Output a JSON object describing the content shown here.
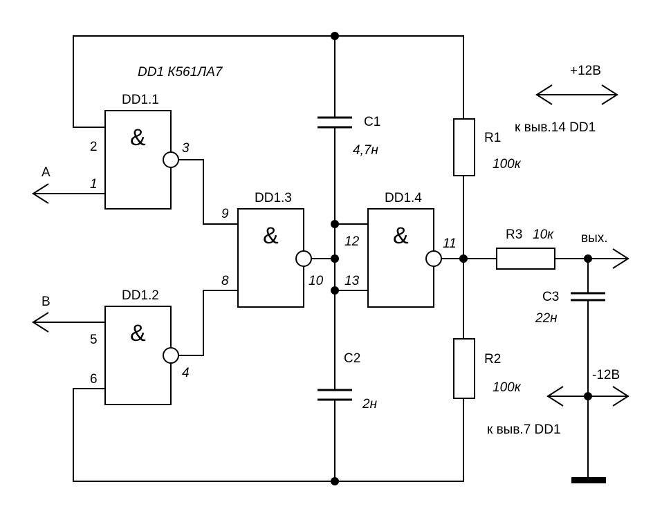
{
  "title": "DD1 К561ЛА7",
  "gates": [
    {
      "name": "DD1.1",
      "symbol": "&",
      "inputs": [
        "2",
        "1"
      ],
      "output": "3"
    },
    {
      "name": "DD1.2",
      "symbol": "&",
      "inputs": [
        "5",
        "6"
      ],
      "output": "4"
    },
    {
      "name": "DD1.3",
      "symbol": "&",
      "inputs": [
        "9",
        "8"
      ],
      "output": "10"
    },
    {
      "name": "DD1.4",
      "symbol": "&",
      "inputs": [
        "12",
        "13"
      ],
      "output": "11"
    }
  ],
  "components": {
    "C1": {
      "label": "C1",
      "value": "4,7н"
    },
    "C2": {
      "label": "C2",
      "value": "2н"
    },
    "C3": {
      "label": "C3",
      "value": "22н"
    },
    "R1": {
      "label": "R1",
      "value": "100к"
    },
    "R2": {
      "label": "R2",
      "value": "100к"
    },
    "R3": {
      "label": "R3",
      "value": "10к"
    }
  },
  "terminals": {
    "A": "A",
    "B": "B",
    "out": "вых.",
    "plus_supply": "+12В",
    "plus_note": "к выв.14 DD1",
    "minus_supply": "-12В",
    "minus_note": "к выв.7 DD1"
  }
}
